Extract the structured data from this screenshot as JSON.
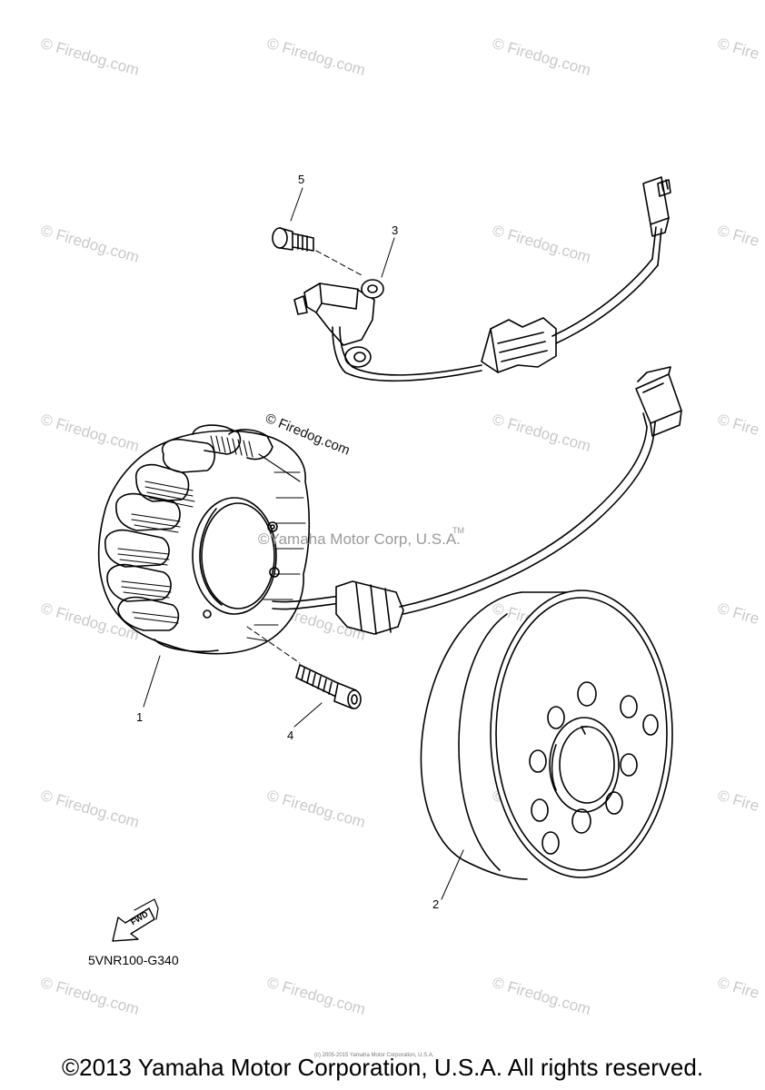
{
  "watermark": "© Firedog.com",
  "watermark_partial": "© Fire",
  "diagram": {
    "callouts": [
      "1",
      "2",
      "3",
      "4",
      "5"
    ],
    "firedog_mark": "© Firedog.com",
    "center_watermark": "©Yamaha Motor Corp, U.S.A.",
    "center_mark": "TM",
    "fwd_label": "FWD",
    "part_code": "5VNR100-G340",
    "fine_print": "(c) 2005-2015 Yamaha Motor Corporation, U.S.A."
  },
  "footer": {
    "copyright": "©2013 Yamaha Motor Corporation, U.S.A. All rights reserved."
  },
  "colors": {
    "line": "#000000",
    "watermark": "#c9c9c9",
    "background": "#ffffff"
  }
}
